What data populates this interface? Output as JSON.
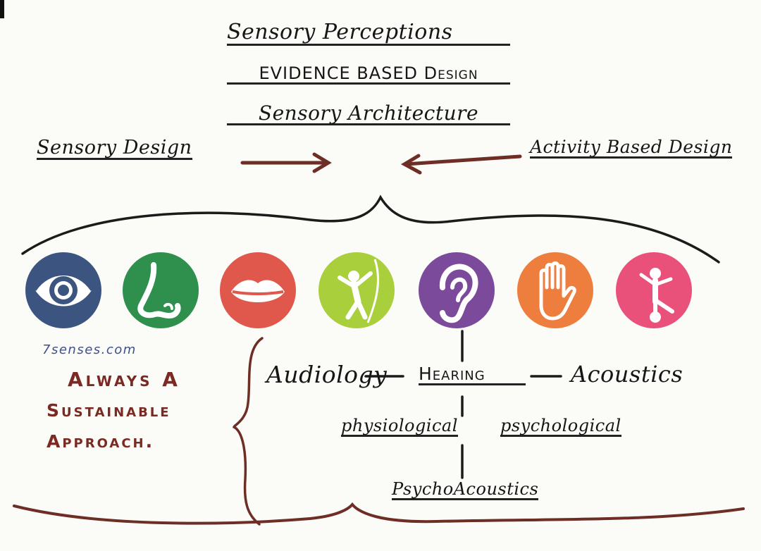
{
  "header": {
    "line1": "Sensory Perceptions",
    "line2": "EVIDENCE BASED Design",
    "line3": "Sensory Architecture"
  },
  "left_label": "Sensory Design",
  "right_label": "Activity Based Design",
  "senses": [
    {
      "name": "eye-icon",
      "color": "#3c5580"
    },
    {
      "name": "nose-icon",
      "color": "#2f8f4d"
    },
    {
      "name": "mouth-icon",
      "color": "#e0574c"
    },
    {
      "name": "climber-icon",
      "color": "#a9cf3c"
    },
    {
      "name": "ear-icon",
      "color": "#7b4a9a"
    },
    {
      "name": "hand-icon",
      "color": "#ee7e3e"
    },
    {
      "name": "balance-icon",
      "color": "#e9517a"
    }
  ],
  "source": "7senses.com",
  "note": {
    "line1": "Always A",
    "line2": "Sustainable",
    "line3": "Approach."
  },
  "hearing": {
    "center": "Hearing",
    "left": "Audiology",
    "right": "Acoustics",
    "sub_left": "physiological",
    "sub_right": "psychological",
    "bottom": "PsychoAcoustics"
  }
}
